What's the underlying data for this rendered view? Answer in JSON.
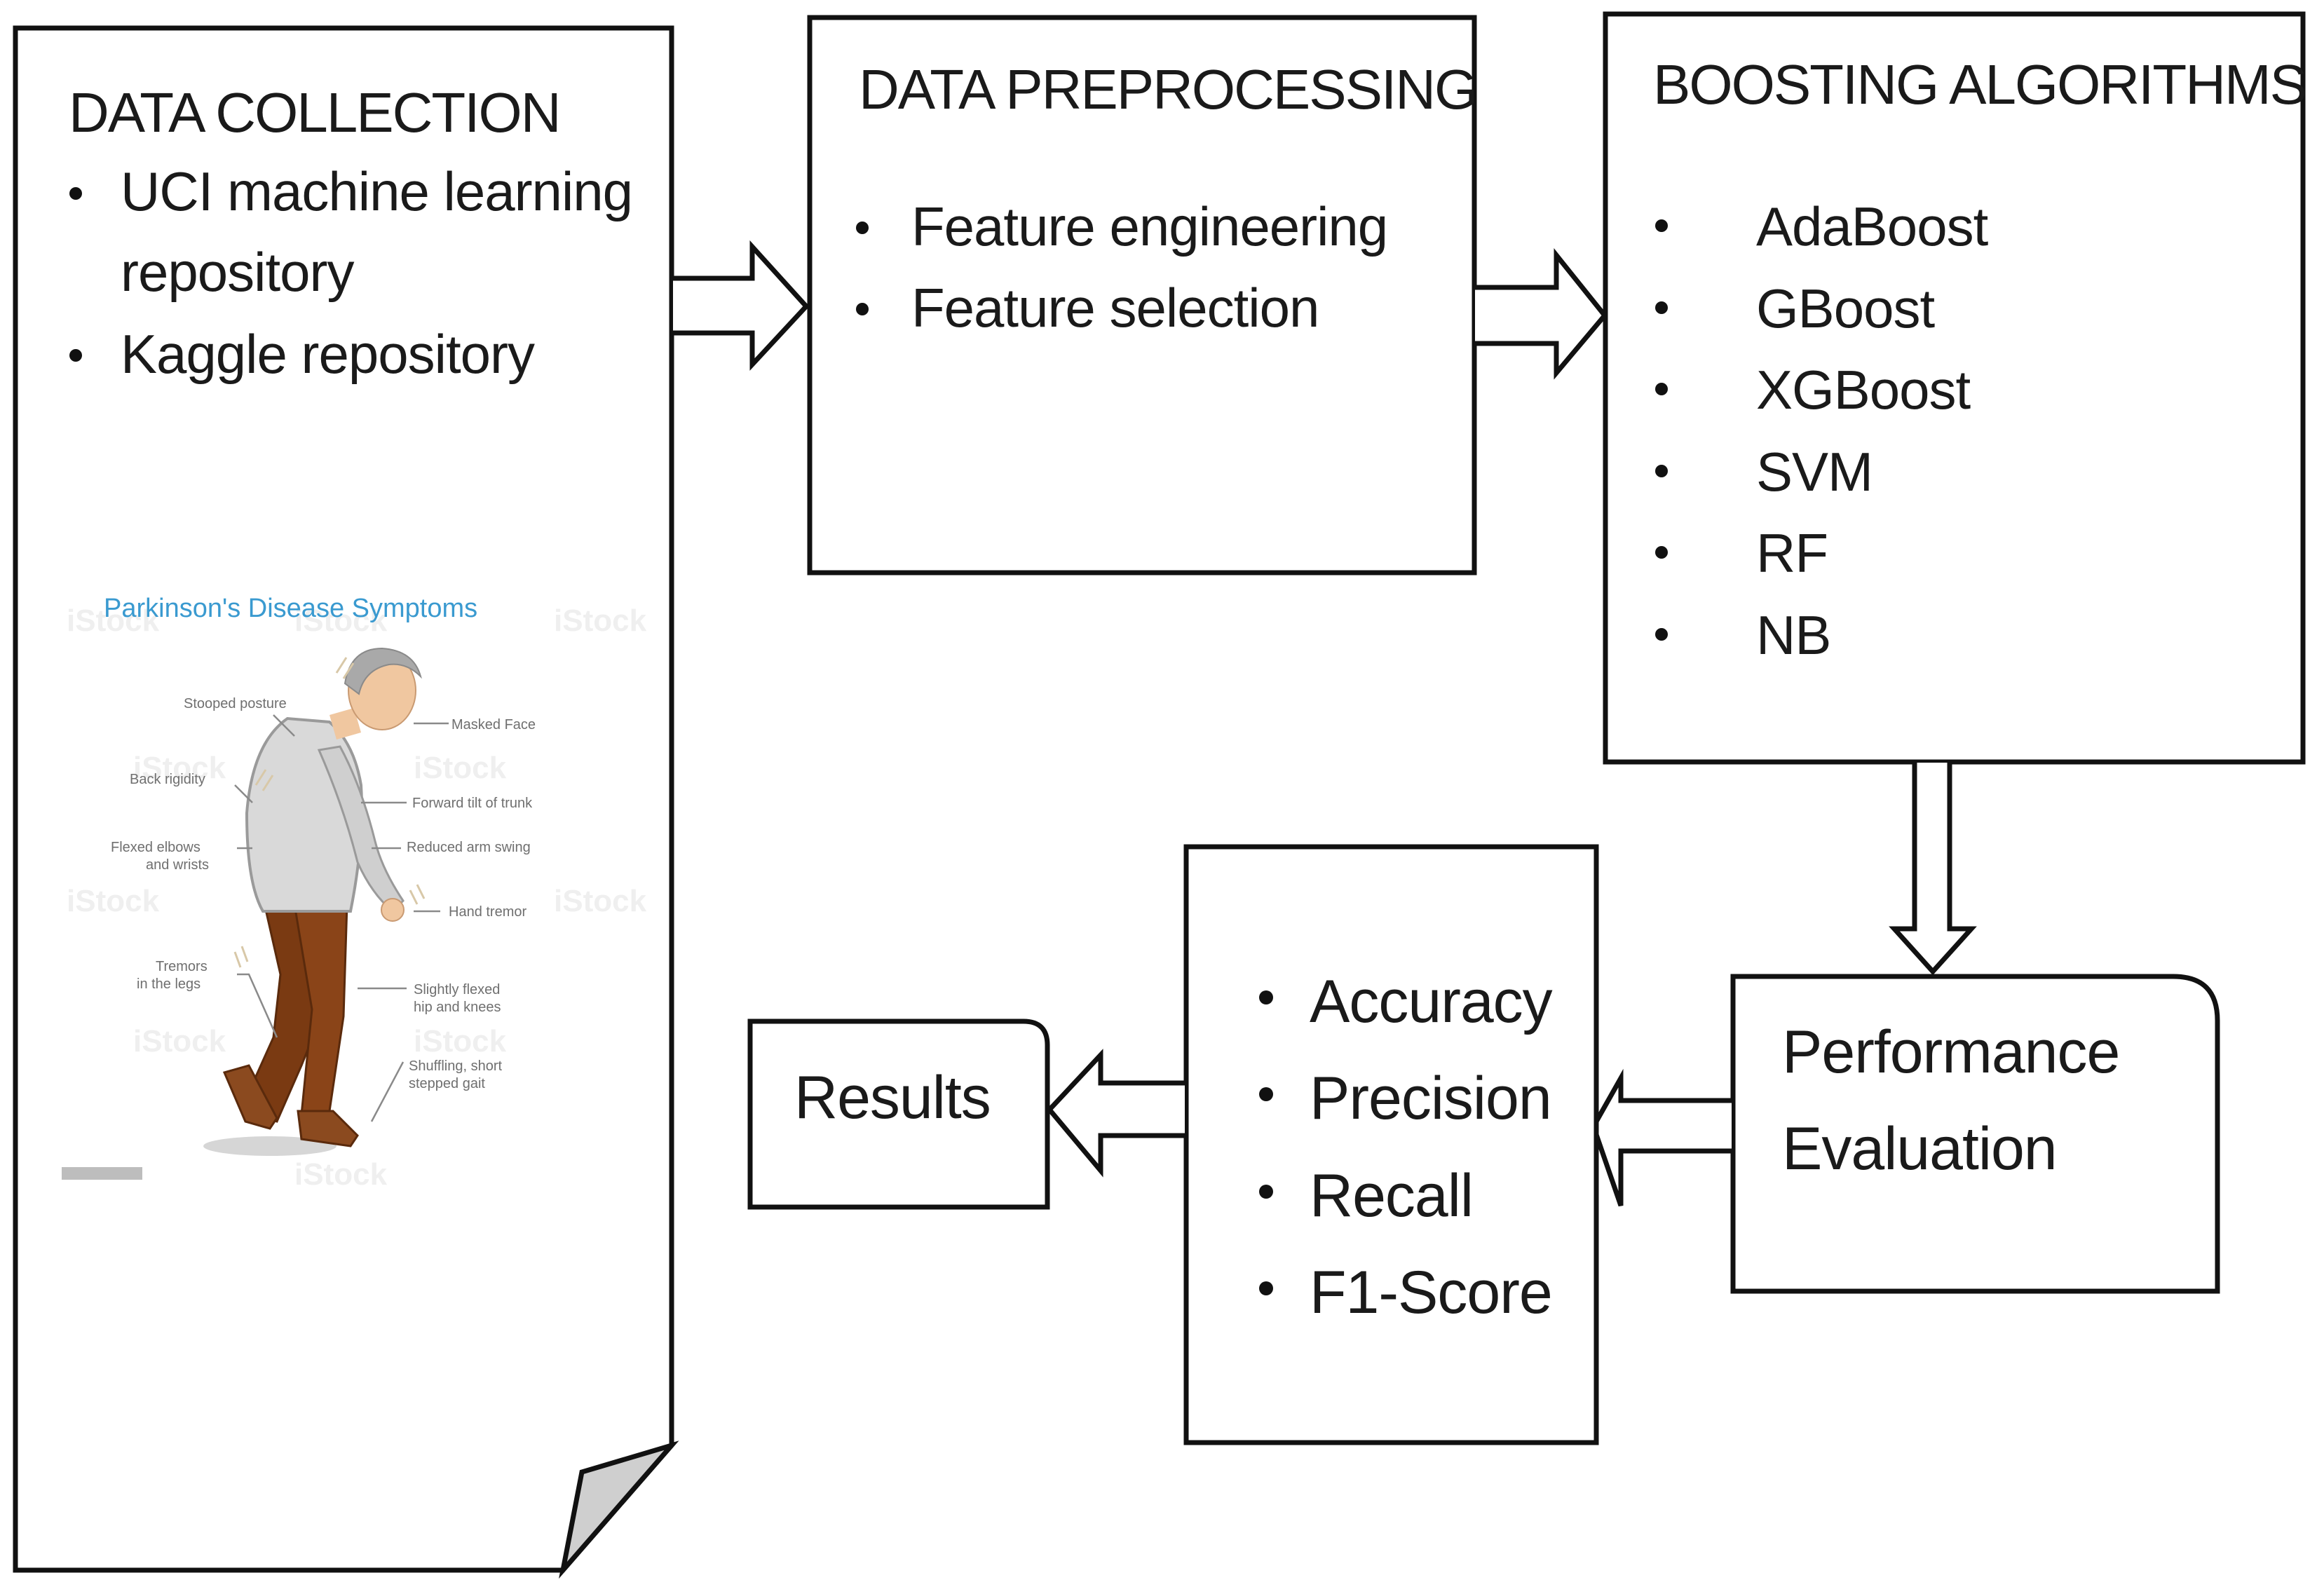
{
  "diagram": {
    "data_collection": {
      "title": "DATA COLLECTION",
      "items": [
        {
          "lines": [
            "UCI machine learning",
            "repository"
          ]
        },
        {
          "lines": [
            "Kaggle repository"
          ]
        }
      ],
      "illustration": {
        "title": "Parkinson's Disease Symptoms",
        "labels": [
          "Stooped posture",
          "Masked Face",
          "Back rigidity",
          "Forward tilt of trunk",
          [
            "Flexed elbows",
            "and wrists"
          ],
          "Reduced arm swing",
          "Hand tremor",
          [
            "Tremors",
            "in the legs"
          ],
          [
            "Slightly flexed",
            "hip and knees"
          ],
          [
            "Shuffling, short",
            "stepped gait"
          ]
        ],
        "watermark": "iStock",
        "colors": {
          "title": "#3a9ad0",
          "sweater": "#d9d9d9",
          "hair": "#a9a9a9",
          "skin": "#f0c7a0",
          "pants": "#7a3a12",
          "shoes": "#8b4a1f"
        }
      }
    },
    "data_preprocessing": {
      "title": "DATA PREPROCESSING",
      "items": [
        "Feature engineering",
        "Feature selection"
      ]
    },
    "boosting_algorithms": {
      "title": "BOOSTING ALGORITHMS",
      "items": [
        "AdaBoost",
        "GBoost",
        "XGBoost",
        "SVM",
        "RF",
        "NB"
      ]
    },
    "performance_evaluation": {
      "lines": [
        "Performance",
        "Evaluation"
      ]
    },
    "metrics": {
      "items": [
        "Accuracy",
        "Precision",
        "Recall",
        "F1-Score"
      ]
    },
    "results": {
      "label": "Results"
    },
    "flow": [
      {
        "from": "DATA COLLECTION",
        "to": "DATA PREPROCESSING",
        "direction": "right"
      },
      {
        "from": "DATA PREPROCESSING",
        "to": "BOOSTING ALGORITHMS",
        "direction": "right"
      },
      {
        "from": "BOOSTING ALGORITHMS",
        "to": "Performance Evaluation",
        "direction": "down"
      },
      {
        "from": "Performance Evaluation",
        "to": "Metrics",
        "direction": "left"
      },
      {
        "from": "Metrics",
        "to": "Results",
        "direction": "left"
      }
    ],
    "colors": {
      "stroke": "#111111",
      "fill": "#ffffff",
      "page_fold": "#cfcfcf"
    }
  }
}
